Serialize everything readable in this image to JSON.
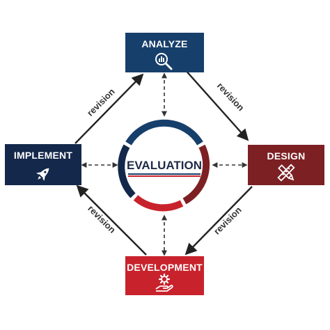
{
  "nodes": {
    "analyze": {
      "label": "ANALYZE",
      "icon": "magnifier-chart-icon",
      "color": "#173f6b"
    },
    "design": {
      "label": "DESIGN",
      "icon": "pencil-ruler-icon",
      "color": "#7c2024"
    },
    "development": {
      "label": "DEVELOPMENT",
      "icon": "hand-gear-icon",
      "color": "#c8232c"
    },
    "implement": {
      "label": "IMPLEMENT",
      "icon": "rocket-icon",
      "color": "#14284b"
    }
  },
  "center": {
    "label": "EVALUATION",
    "ring_colors": [
      "#173f6b",
      "#7c2024",
      "#c8232c",
      "#14284b"
    ],
    "underline_colors": [
      "#173f6b",
      "#c8232c"
    ]
  },
  "edges": {
    "analyze_design": "revision",
    "design_development": "revision",
    "development_implement": "revision",
    "implement_analyze": "revision"
  }
}
